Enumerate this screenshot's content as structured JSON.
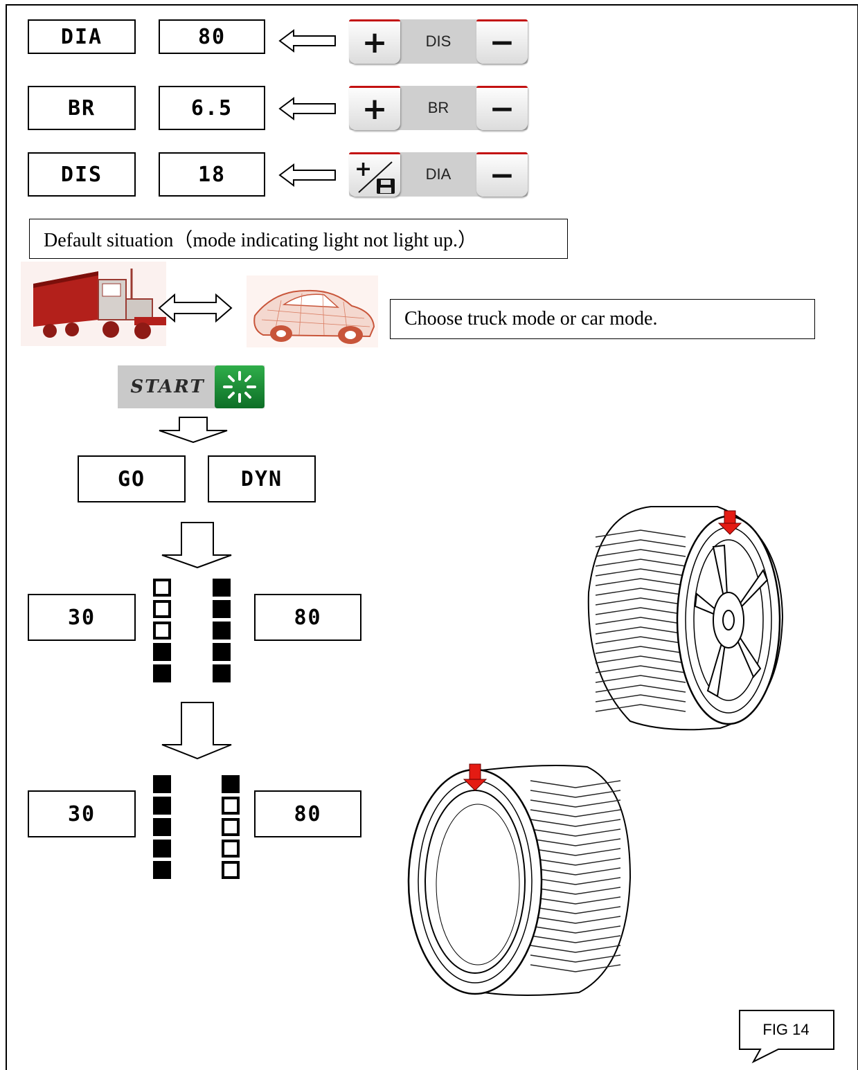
{
  "rows": [
    {
      "param": "DIA",
      "value": "80",
      "panel_label": "DIS",
      "plus_symbol": "+",
      "minus_symbol": "−"
    },
    {
      "param": "BR",
      "value": "6.5",
      "panel_label": "BR",
      "plus_symbol": "+",
      "minus_symbol": "−"
    },
    {
      "param": "DIS",
      "value": "18",
      "panel_label": "DIA",
      "plus_symbol": "+",
      "minus_symbol": "−"
    }
  ],
  "default_note": "Default situation（mode indicating light not light up.）",
  "mode_note": "Choose truck mode or car mode.",
  "start_label": "START",
  "go_display": {
    "left": "GO",
    "right": "DYN"
  },
  "step1": {
    "left": "30",
    "right": "80",
    "left_lights": [
      "off",
      "off",
      "off",
      "on",
      "on"
    ],
    "right_lights": [
      "on",
      "on",
      "on",
      "on",
      "on"
    ]
  },
  "step2": {
    "left": "30",
    "right": "80",
    "left_lights": [
      "on",
      "on",
      "on",
      "on",
      "on"
    ],
    "right_lights": [
      "on",
      "off",
      "off",
      "off",
      "off"
    ]
  },
  "figure_label": "FIG 14",
  "colors": {
    "key_top": "#c31111",
    "panel_bg": "#cfcfcf",
    "start_green": "#1d8c37",
    "truck_red": "#b3201b",
    "car_orange": "#c8553a",
    "marker_red": "#e41b13"
  },
  "icons": [
    "left-arrow-icon",
    "plus-key-icon",
    "minus-key-icon",
    "save-icon",
    "truck-icon",
    "double-arrow-icon",
    "car-icon",
    "start-icon",
    "down-arrow-icon",
    "wheel-icon",
    "red-marker-icon"
  ]
}
